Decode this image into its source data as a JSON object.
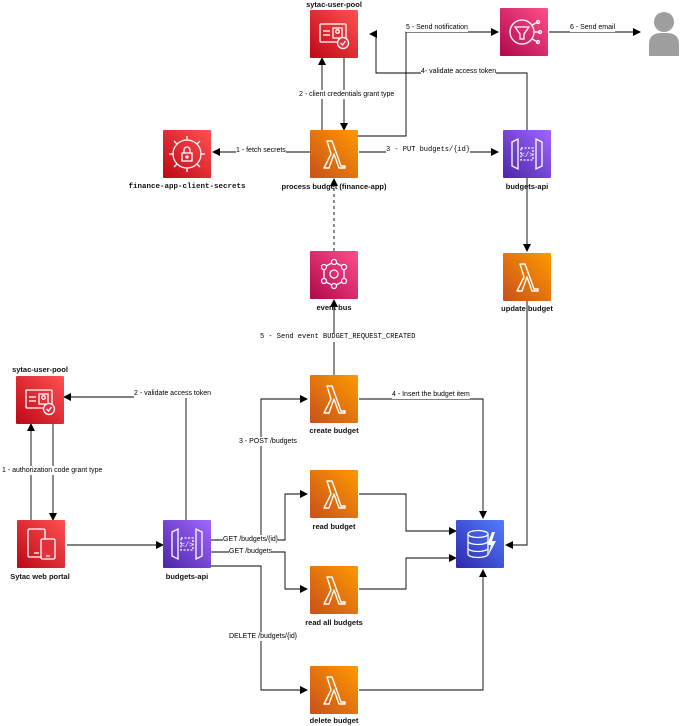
{
  "nodes": {
    "pool_top": "sytac-user-pool",
    "pool_left": "sytac-user-pool",
    "secrets": "finance-app-client-secrets",
    "process": "process budget (finance-app)",
    "budgets_api_top": "budgets-api",
    "event_bus": "event bus",
    "update": "update budget",
    "create": "create budget",
    "read": "read budget",
    "read_all": "read all budgets",
    "delete": "delete budget",
    "portal": "Sytac web portal",
    "budgets_api_bottom": "budgets-api"
  },
  "edges": {
    "send_notification": "5 - Send notification",
    "send_email": "6 - Send email",
    "validate_top": "4- validate access token",
    "client_credentials": "2 - client credentials grant type",
    "fetch_secrets": "1 - fetch secrets",
    "put_budgets": "3 - PUT budgets/{id}",
    "send_event": "5 - Send event BUDGET_REQUEST_CREATED",
    "validate_left": "2 - validate access token",
    "insert_item": "4 - Insert the budget item",
    "post_budgets": "3 - POST /budgets",
    "auth_code": "1 - authorization code grant type",
    "get_budget_id": "GET /budgets/{id}",
    "get_budgets": "GET /budgets",
    "delete_budget_id": "DELETE /budgets/{id}"
  },
  "icons": {
    "cognito": "cognito-user-pool-icon",
    "secrets": "secrets-manager-icon",
    "lambda": "lambda-icon",
    "api": "api-gateway-icon",
    "eventbridge": "eventbridge-icon",
    "sns": "sns-icon",
    "dynamodb": "dynamodb-icon",
    "user": "user-icon",
    "portal": "web-portal-devices-icon"
  },
  "colors": {
    "lambda": "#ff9900",
    "security": "#dd344c",
    "api": "#8c4fff",
    "eventbridge": "#e7157b",
    "dynamodb": "#3b48cc"
  }
}
